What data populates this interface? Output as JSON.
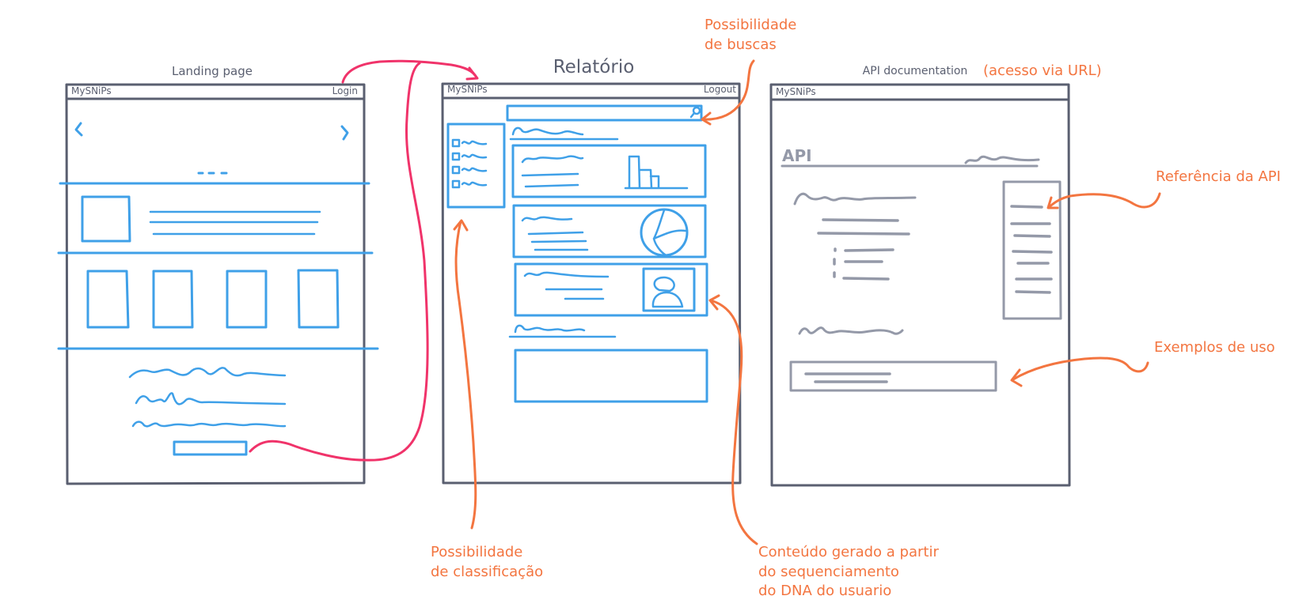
{
  "wireframes": {
    "landing": {
      "title": "Landing page",
      "brand": "MySNiPs",
      "nav_link": "Login"
    },
    "report": {
      "title": "Relatório",
      "brand": "MySNiPs",
      "nav_link": "Logout"
    },
    "api": {
      "title": "API documentation",
      "brand": "MySNiPs",
      "heading": "API"
    }
  },
  "annotations": {
    "search": [
      "Possibilidade",
      "de buscas"
    ],
    "url_access": "(acesso via URL)",
    "api_reference": "Referência da API",
    "usage_examples": "Exemplos de uso",
    "classification": [
      "Possibilidade",
      "de classificação"
    ],
    "dna_content": [
      "Conteúdo gerado a partir",
      "do sequenciamento",
      "do DNA do usuario"
    ]
  },
  "colors": {
    "frame": "#5a5f70",
    "wireframe_blue": "#3fa0e8",
    "api_gray": "#9499a8",
    "annotation_orange": "#f37540",
    "flow_pink": "#f0336a"
  }
}
